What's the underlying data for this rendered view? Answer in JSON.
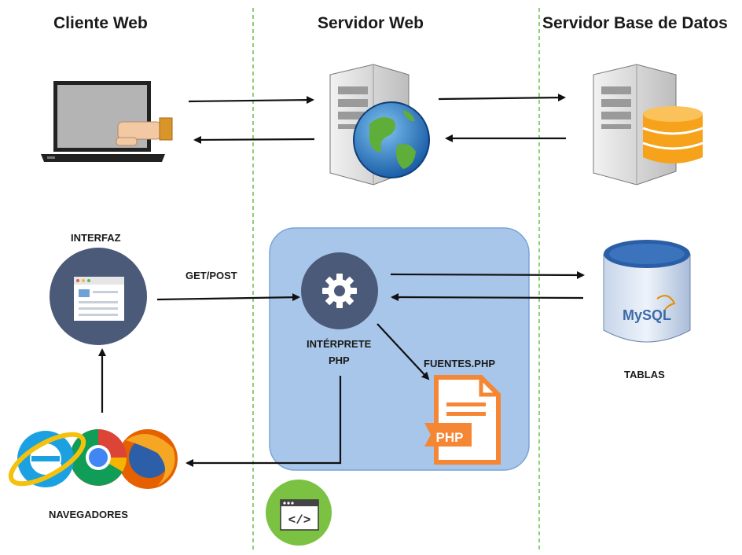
{
  "columns": {
    "client": "Cliente Web",
    "web_server": "Servidor Web",
    "db_server": "Servidor Base de Datos"
  },
  "labels": {
    "interface": "INTERFAZ",
    "get_post": "GET/POST",
    "interpreter_line1": "INTÉRPRETE",
    "interpreter_line2": "PHP",
    "sources": "FUENTES.PHP",
    "tables": "TABLAS",
    "browsers": "NAVEGADORES",
    "php_file_text": "PHP",
    "mysql_text": "MySQL",
    "code_tag": "</>"
  },
  "colors": {
    "divider": "#6abf4b",
    "panel": "#a8c6ea",
    "panel_border": "#7aa3d6",
    "navy_circle": "#4b5a78",
    "php_orange": "#f58634",
    "db_orange": "#f7a21b",
    "green_badge": "#7cc242"
  }
}
